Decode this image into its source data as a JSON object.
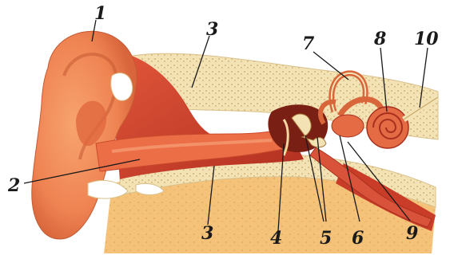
{
  "diagram": {
    "labels": [
      {
        "id": "1",
        "text": "1"
      },
      {
        "id": "2",
        "text": "2"
      },
      {
        "id": "3a",
        "text": "3"
      },
      {
        "id": "3b",
        "text": "3"
      },
      {
        "id": "4",
        "text": "4"
      },
      {
        "id": "5",
        "text": "5"
      },
      {
        "id": "6",
        "text": "6"
      },
      {
        "id": "7",
        "text": "7"
      },
      {
        "id": "8",
        "text": "8"
      },
      {
        "id": "9",
        "text": "9"
      },
      {
        "id": "10",
        "text": "10"
      }
    ],
    "colors": {
      "skin": "#f28a5a",
      "skin_dark": "#d9663a",
      "canal": "#e9623f",
      "muscle": "#c93c28",
      "bone": "#f3e2b4",
      "bone_dots": "#c9a86a",
      "tissue": "#f5c27a",
      "cavity": "#7a1f14",
      "white": "#ffffff"
    }
  }
}
